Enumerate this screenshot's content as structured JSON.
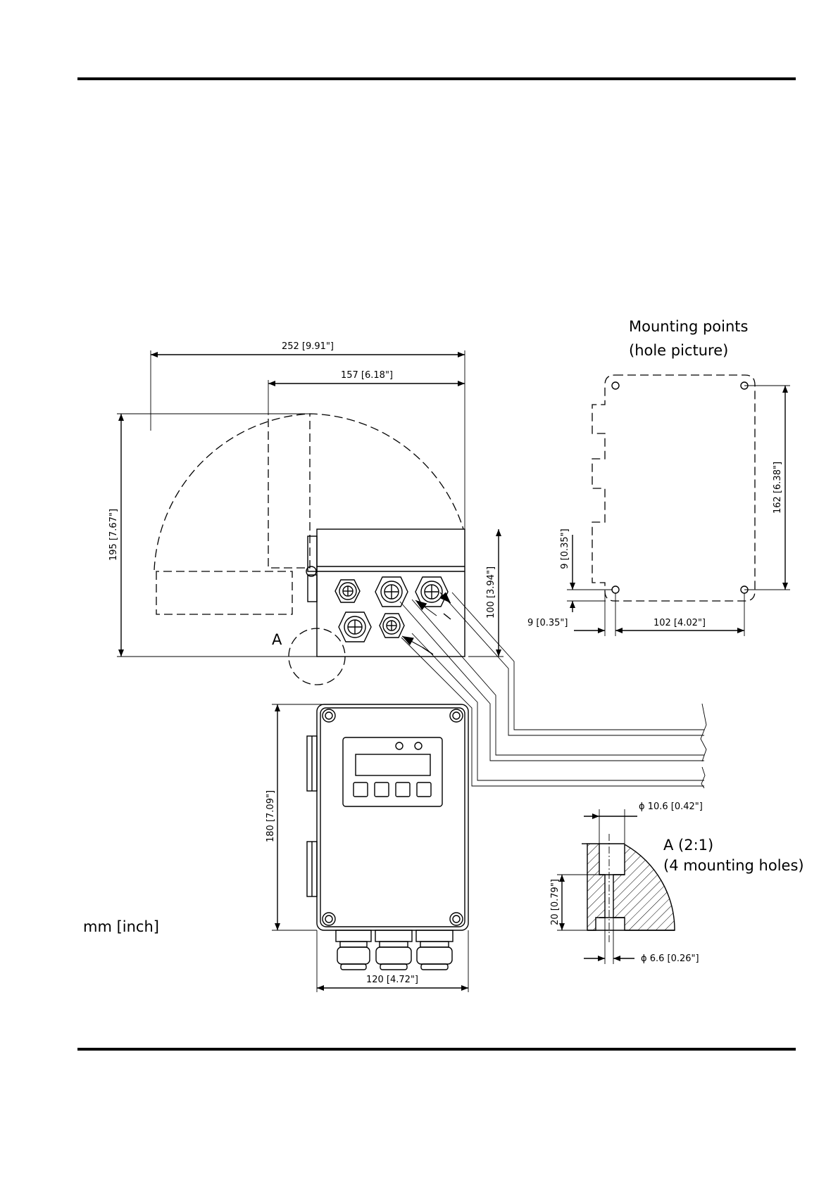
{
  "dimensions": {
    "overall_width": "252 [9.91\"]",
    "depth": "157 [6.18\"]",
    "overall_height": "195 [7.67\"]",
    "housing_height": "100 [3.94\"]",
    "front_height": "180 [7.09\"]",
    "front_width": "120 [4.72\"]",
    "hole_spacing_vertical": "162 [6.38\"]",
    "hole_spacing_horizontal": "102 [4.02\"]",
    "edge_offset_vertical": "9 [0.35\"]",
    "edge_offset_horizontal": "9 [0.35\"]",
    "hole_bore_depth": "20 [0.79\"]",
    "hole_outer_diameter": "ϕ 10.6 [0.42\"]",
    "hole_inner_diameter": "ϕ 6.6 [0.26\"]"
  },
  "labels": {
    "mounting_title_line1": "Mounting points",
    "mounting_title_line2": "(hole picture)",
    "detail_marker": "A",
    "detail_title": "A (2:1)",
    "detail_subtitle": "(4 mounting holes)",
    "units_note": "mm [inch]"
  }
}
